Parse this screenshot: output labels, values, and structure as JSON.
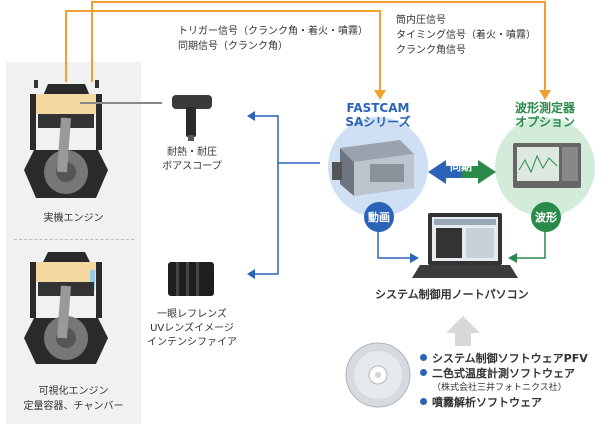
{
  "signals": {
    "left": [
      "トリガー信号（クランク角・着火・噴霧）",
      "同期信号（クランク角）"
    ],
    "right": [
      "筒内圧信号",
      "タイミング信号（着火・噴霧）",
      "クランク角信号"
    ]
  },
  "engines": {
    "real": "実機エンジン",
    "visual": [
      "可視化エンジン",
      "定量容器、チャンバー"
    ]
  },
  "optics": {
    "borescope": [
      "耐熱・耐圧",
      "ボアスコープ"
    ],
    "lens": [
      "一眼レフレンズ",
      "UVレンズイメージ",
      "インテンシファイア"
    ]
  },
  "camera": {
    "title": [
      "FASTCAM",
      "SAシリーズ"
    ],
    "badge": "動画"
  },
  "recorder": {
    "title": [
      "波形測定器",
      "オプション"
    ],
    "badge": "波形"
  },
  "sync_label": "同期",
  "pc_label": "システム制御用ノートパソコン",
  "software": {
    "items": [
      "システム制御ソフトウェアPFV",
      "二色式温度計測ソフトウェア",
      "噴霧解析ソフトウェア"
    ],
    "note": "（株式会社三井フォトニクス社）"
  },
  "colors": {
    "orange": "#f0a030",
    "blue": "#2b63b8",
    "green": "#2a8a4a",
    "camera_bg": "#cfe0f4",
    "recorder_bg": "#d3ecd9"
  }
}
